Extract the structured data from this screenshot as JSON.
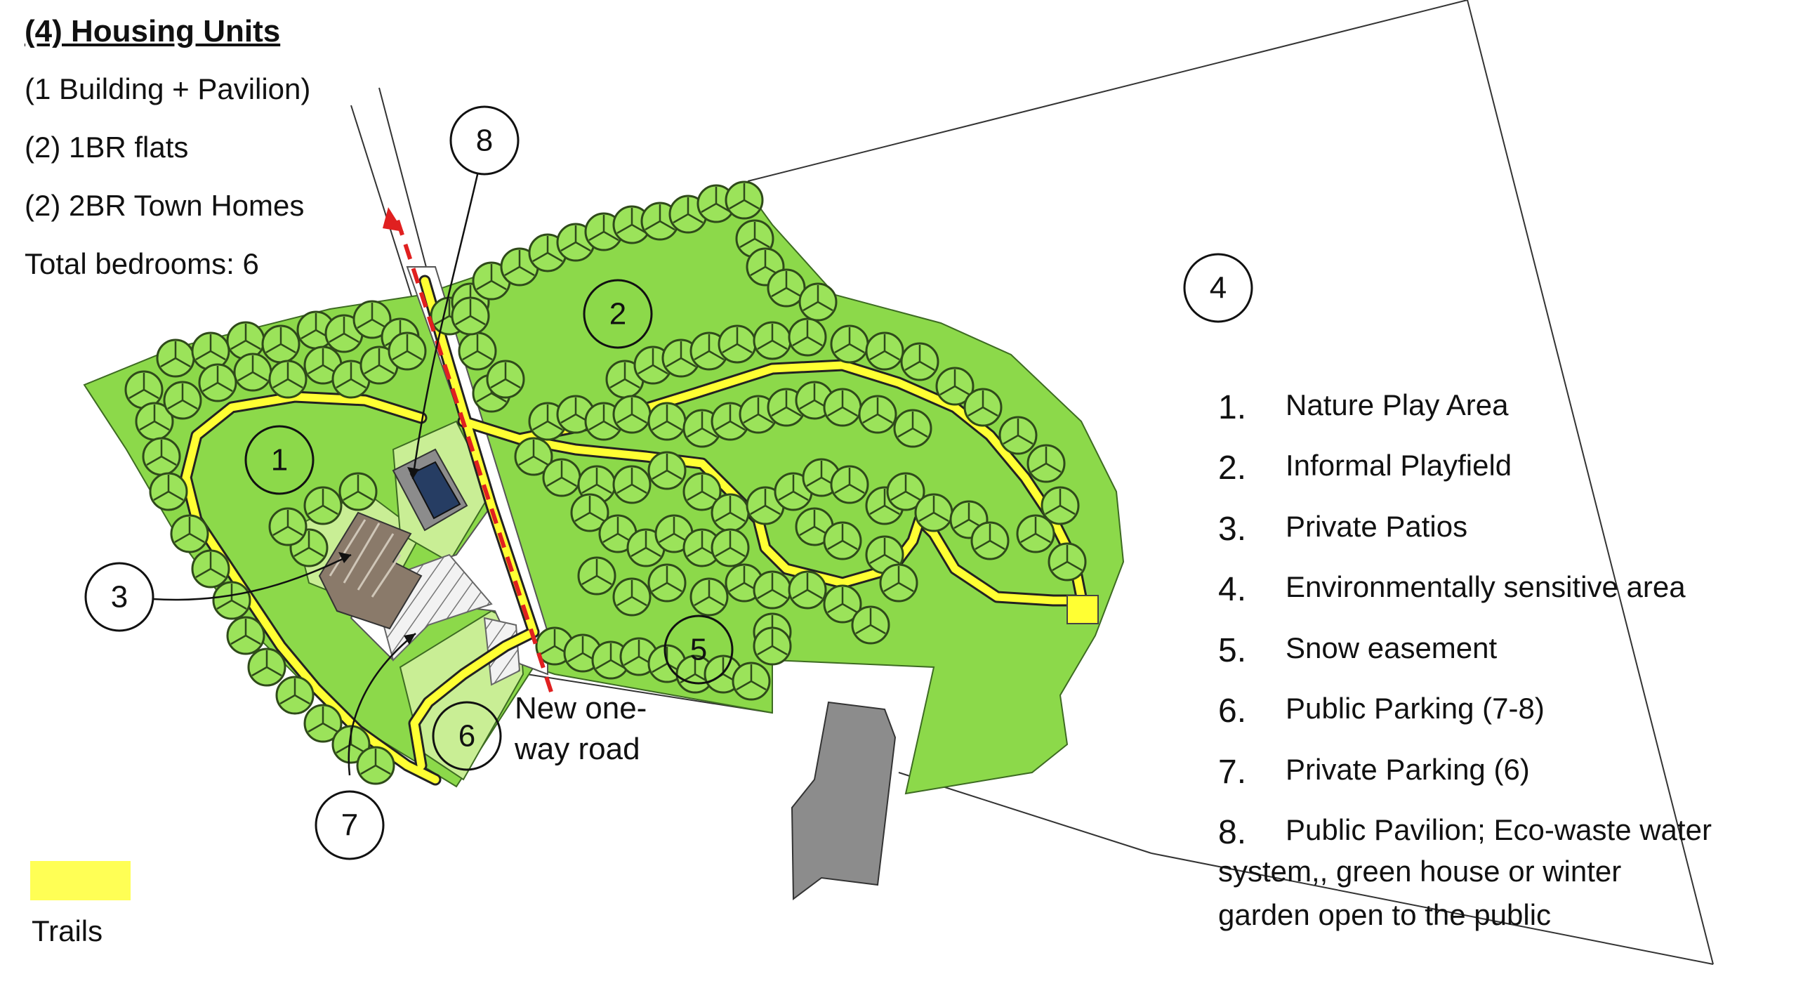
{
  "info": {
    "title": "(4) Housing Units",
    "lines": [
      "(1 Building + Pavilion)",
      "(2) 1BR flats",
      "(2) 2BR Town Homes",
      "Total bedrooms: 6"
    ]
  },
  "markers": [
    "1",
    "2",
    "3",
    "4",
    "5",
    "6",
    "7",
    "8"
  ],
  "legend": [
    {
      "num": "1.",
      "label": "Nature Play Area"
    },
    {
      "num": "2.",
      "label": "Informal Playfield"
    },
    {
      "num": "3.",
      "label": "Private Patios"
    },
    {
      "num": "4.",
      "label": "Environmentally sensitive area"
    },
    {
      "num": "5.",
      "label": "Snow easement"
    },
    {
      "num": "6.",
      "label": "Public Parking (7-8)"
    },
    {
      "num": "7.",
      "label": "Private Parking (6)"
    },
    {
      "num": "8.",
      "label": "Public Pavilion; Eco-waste water"
    }
  ],
  "legend_continuation": [
    "system,, green house or winter",
    "garden open to the public"
  ],
  "road_label": [
    "New one-",
    "way road"
  ],
  "trail_key": {
    "label": "Trails",
    "color": "#ffff55"
  },
  "colors": {
    "vegetation": "#8cd94a",
    "tree_fill": "#9be35a",
    "trail": "#ffff33",
    "road_arrow": "#e02020",
    "building": "#8c8c8c"
  }
}
